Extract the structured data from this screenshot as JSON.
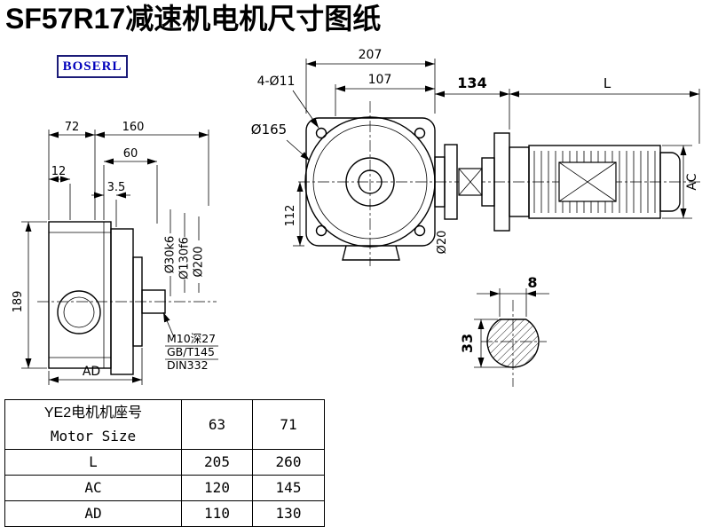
{
  "page": {
    "title": "SF57R17减速机电机尺寸图纸",
    "logo_text": "BOSERL"
  },
  "side_view": {
    "dim_72": "72",
    "dim_160": "160",
    "dim_60": "60",
    "dim_12": "12",
    "dim_3_5": "3.5",
    "dim_height": "189",
    "dim_ad": "AD",
    "dim_shaft_dia": "Ø30k6",
    "dim_spigot_dia": "Ø130f6",
    "dim_flange_od": "Ø200",
    "note_tap": "M10深27",
    "note_gb": "GB/T145",
    "note_din": "DIN332"
  },
  "front_view": {
    "dim_width_total": "207",
    "dim_width_partial": "107",
    "dim_bolt_holes": "4-Ø11",
    "dim_flange_dia": "Ø165",
    "dim_center_height": "112"
  },
  "motor_view": {
    "dim_adapter_len": "134",
    "dim_motor_len": "L",
    "dim_motor_dia": "AC",
    "dim_input_dia": "Ø20"
  },
  "shaft_section": {
    "dim_key_width": "8",
    "dim_height": "33"
  },
  "table": {
    "row_motor_cn": "YE2电机机座号",
    "row_motor_en": "Motor Size",
    "sizes": [
      "63",
      "71"
    ],
    "rows": [
      {
        "label": "L",
        "v1": "205",
        "v2": "260"
      },
      {
        "label": "AC",
        "v1": "120",
        "v2": "145"
      },
      {
        "label": "AD",
        "v1": "110",
        "v2": "130"
      }
    ]
  },
  "colors": {
    "line": "#000000",
    "logo_border": "#1b1b78",
    "logo_text": "#0000bb"
  }
}
